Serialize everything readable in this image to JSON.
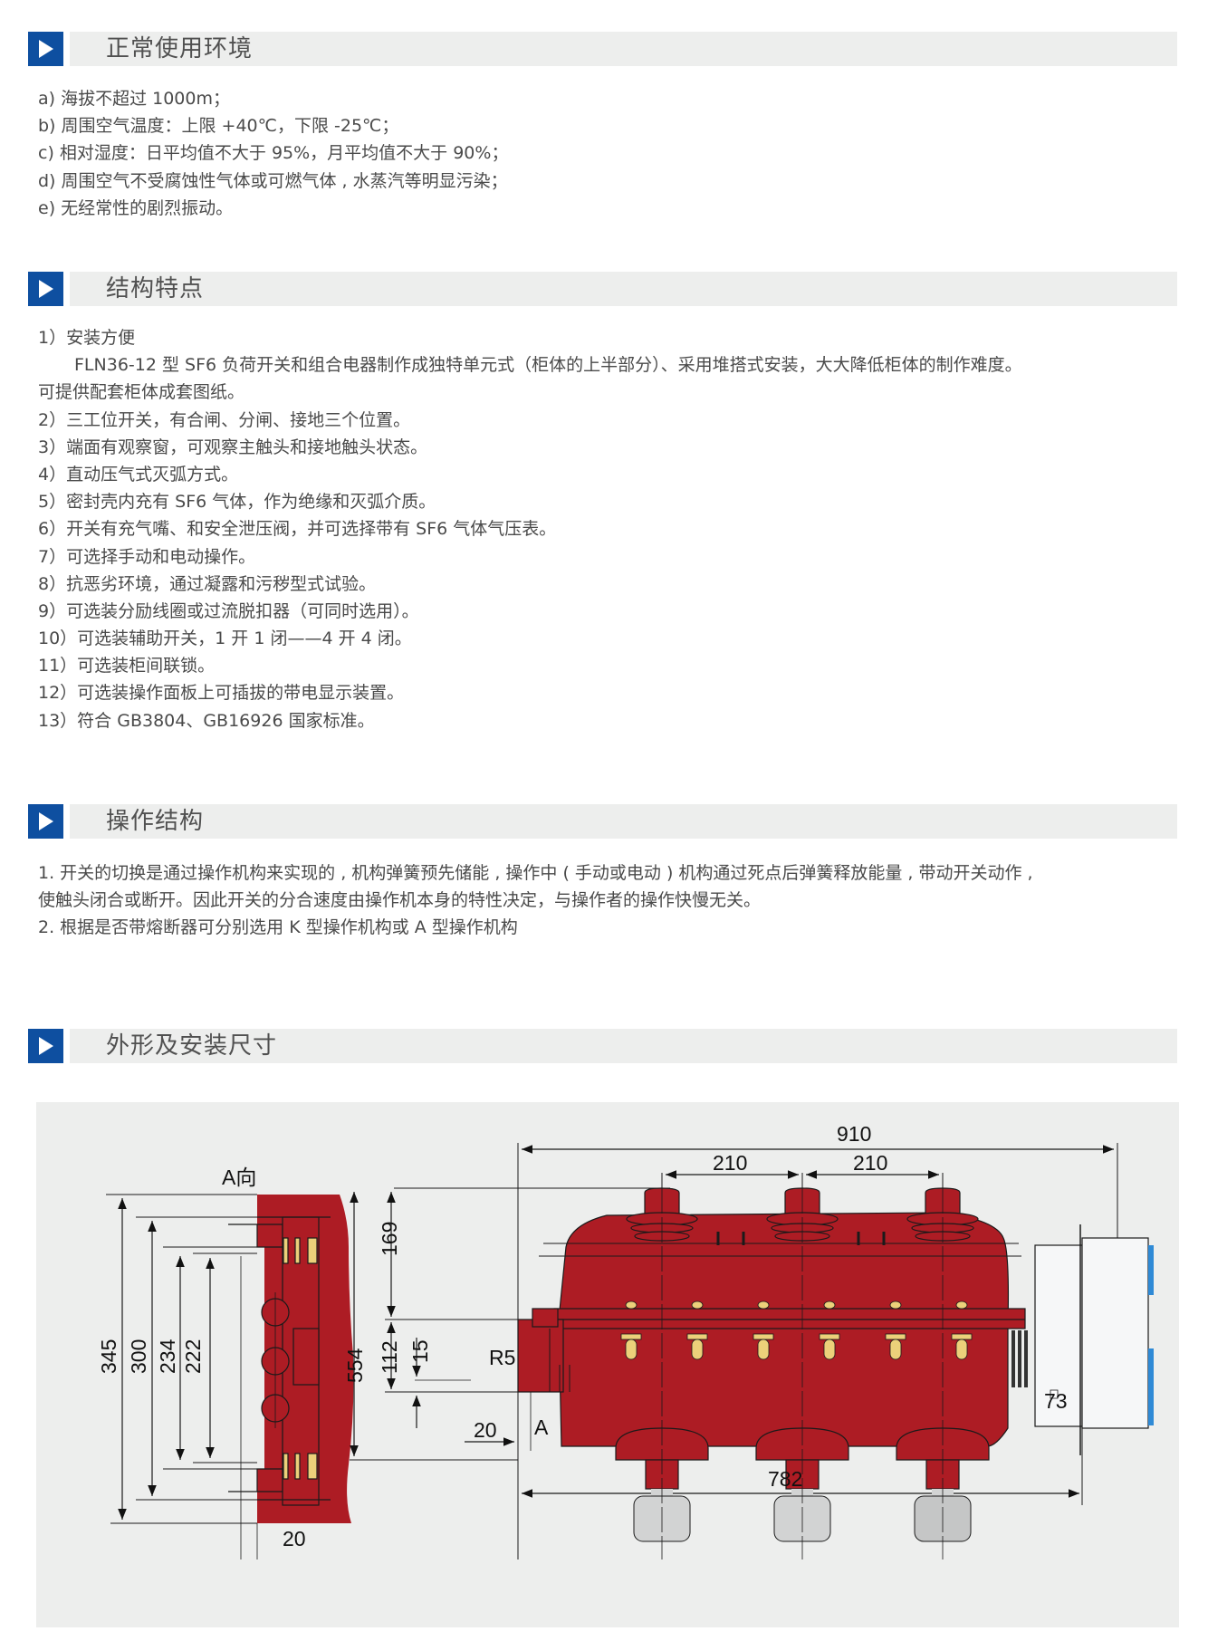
{
  "sections": [
    {
      "title": "正常使用环境",
      "items": [
        "a) 海拔不超过 1000m；",
        "b) 周围空气温度：上限 +40℃，下限 -25℃；",
        "c) 相对湿度：日平均值不大于 95%，月平均值不大于 90%；",
        "d) 周围空气不受腐蚀性气体或可燃气体 , 水蒸汽等明显污染；",
        "e) 无经常性的剧烈振动。"
      ]
    },
    {
      "title": "结构特点",
      "items": [
        "1）安装方便",
        "FLN36-12 型 SF6 负荷开关和组合电器制作成独特单元式（柜体的上半部分）、采用堆搭式安装，大大降低柜体的制作难度。",
        "可提供配套柜体成套图纸。",
        "2）三工位开关，有合闸、分闸、接地三个位置。",
        "3）端面有观察窗，可观察主触头和接地触头状态。",
        "4）直动压气式灭弧方式。",
        "5）密封壳内充有 SF6 气体，作为绝缘和灭弧介质。",
        "6）开关有充气嘴、和安全泄压阀，并可选择带有 SF6 气体气压表。",
        "7）可选择手动和电动操作。",
        "8）抗恶劣环境，通过凝露和污秽型式试验。",
        "9）可选装分励线圈或过流脱扣器（可同时选用）。",
        "10）可选装辅助开关，1 开 1 闭——4 开 4 闭。",
        "11）可选装柜间联锁。",
        "12）可选装操作面板上可插拔的带电显示装置。",
        "13）符合 GB3804、GB16926 国家标准。"
      ]
    },
    {
      "title": "操作结构",
      "items": [
        "1. 开关的切换是通过操作机构来实现的 , 机构弹簧预先储能 , 操作中 ( 手动或电动 ) 机构通过死点后弹簧释放能量 , 带动开关动作 ,",
        "使触头闭合或断开。因此开关的分合速度由操作机本身的特性决定，与操作者的操作快慢无关。",
        "2. 根据是否带熔断器可分别选用 K 型操作机构或 A 型操作机构"
      ]
    },
    {
      "title": "外形及安装尺寸"
    }
  ],
  "drawing": {
    "view_label": "A向",
    "arrow_label": "A",
    "side_view_dims": [
      "345",
      "300",
      "234",
      "222",
      "20"
    ],
    "front_view_dims": {
      "overall_width": "910",
      "pitch_1": "210",
      "pitch_2": "210",
      "height_top": "169",
      "height_total": "554",
      "height_112": "112",
      "height_15": "15",
      "radius": "R5",
      "offset_20": "20",
      "base_width": "782",
      "depth_73": "73"
    },
    "colors": {
      "body_red": "#ad1c24",
      "contact_yellow": "#ecd07a",
      "fuse_gray": "#d2d3d3",
      "panel_blue": "#2f8ad6",
      "accent_blue": "#0e4fa0",
      "header_gray": "#edeeed"
    }
  }
}
